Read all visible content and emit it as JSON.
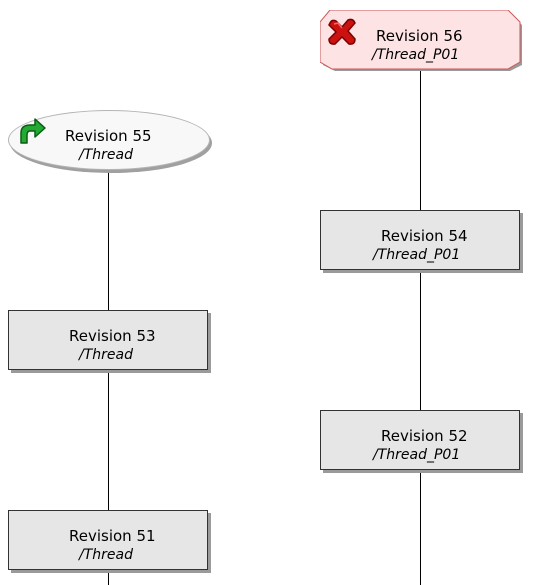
{
  "diagram": {
    "nodes": [
      {
        "id": "rev56",
        "label": "Revision 56",
        "branch": "/Thread_P01",
        "status": "deleted",
        "status_icon": "red-x-icon",
        "fill": "#fde3e3",
        "border": "#c85a5a"
      },
      {
        "id": "rev55",
        "label": "Revision 55",
        "branch": "/Thread",
        "status": "branch-point",
        "status_icon": "green-curved-arrow-icon",
        "fill": "#f8f8f8"
      },
      {
        "id": "rev54",
        "label": "Revision 54",
        "branch": "/Thread_P01",
        "fill": "#e6e6e6"
      },
      {
        "id": "rev53",
        "label": "Revision 53",
        "branch": "/Thread",
        "fill": "#e6e6e6"
      },
      {
        "id": "rev52",
        "label": "Revision 52",
        "branch": "/Thread_P01",
        "fill": "#e6e6e6"
      },
      {
        "id": "rev51",
        "label": "Revision 51",
        "branch": "/Thread",
        "fill": "#e6e6e6"
      }
    ],
    "edges": [
      {
        "from": "rev56",
        "to": "rev54"
      },
      {
        "from": "rev54",
        "to": "rev52"
      },
      {
        "from": "rev55",
        "to": "rev53"
      },
      {
        "from": "rev53",
        "to": "rev51"
      }
    ],
    "colors": {
      "line": "#000000",
      "deleted_icon": "#cc1111",
      "arrow_icon": "#22aa33"
    }
  }
}
